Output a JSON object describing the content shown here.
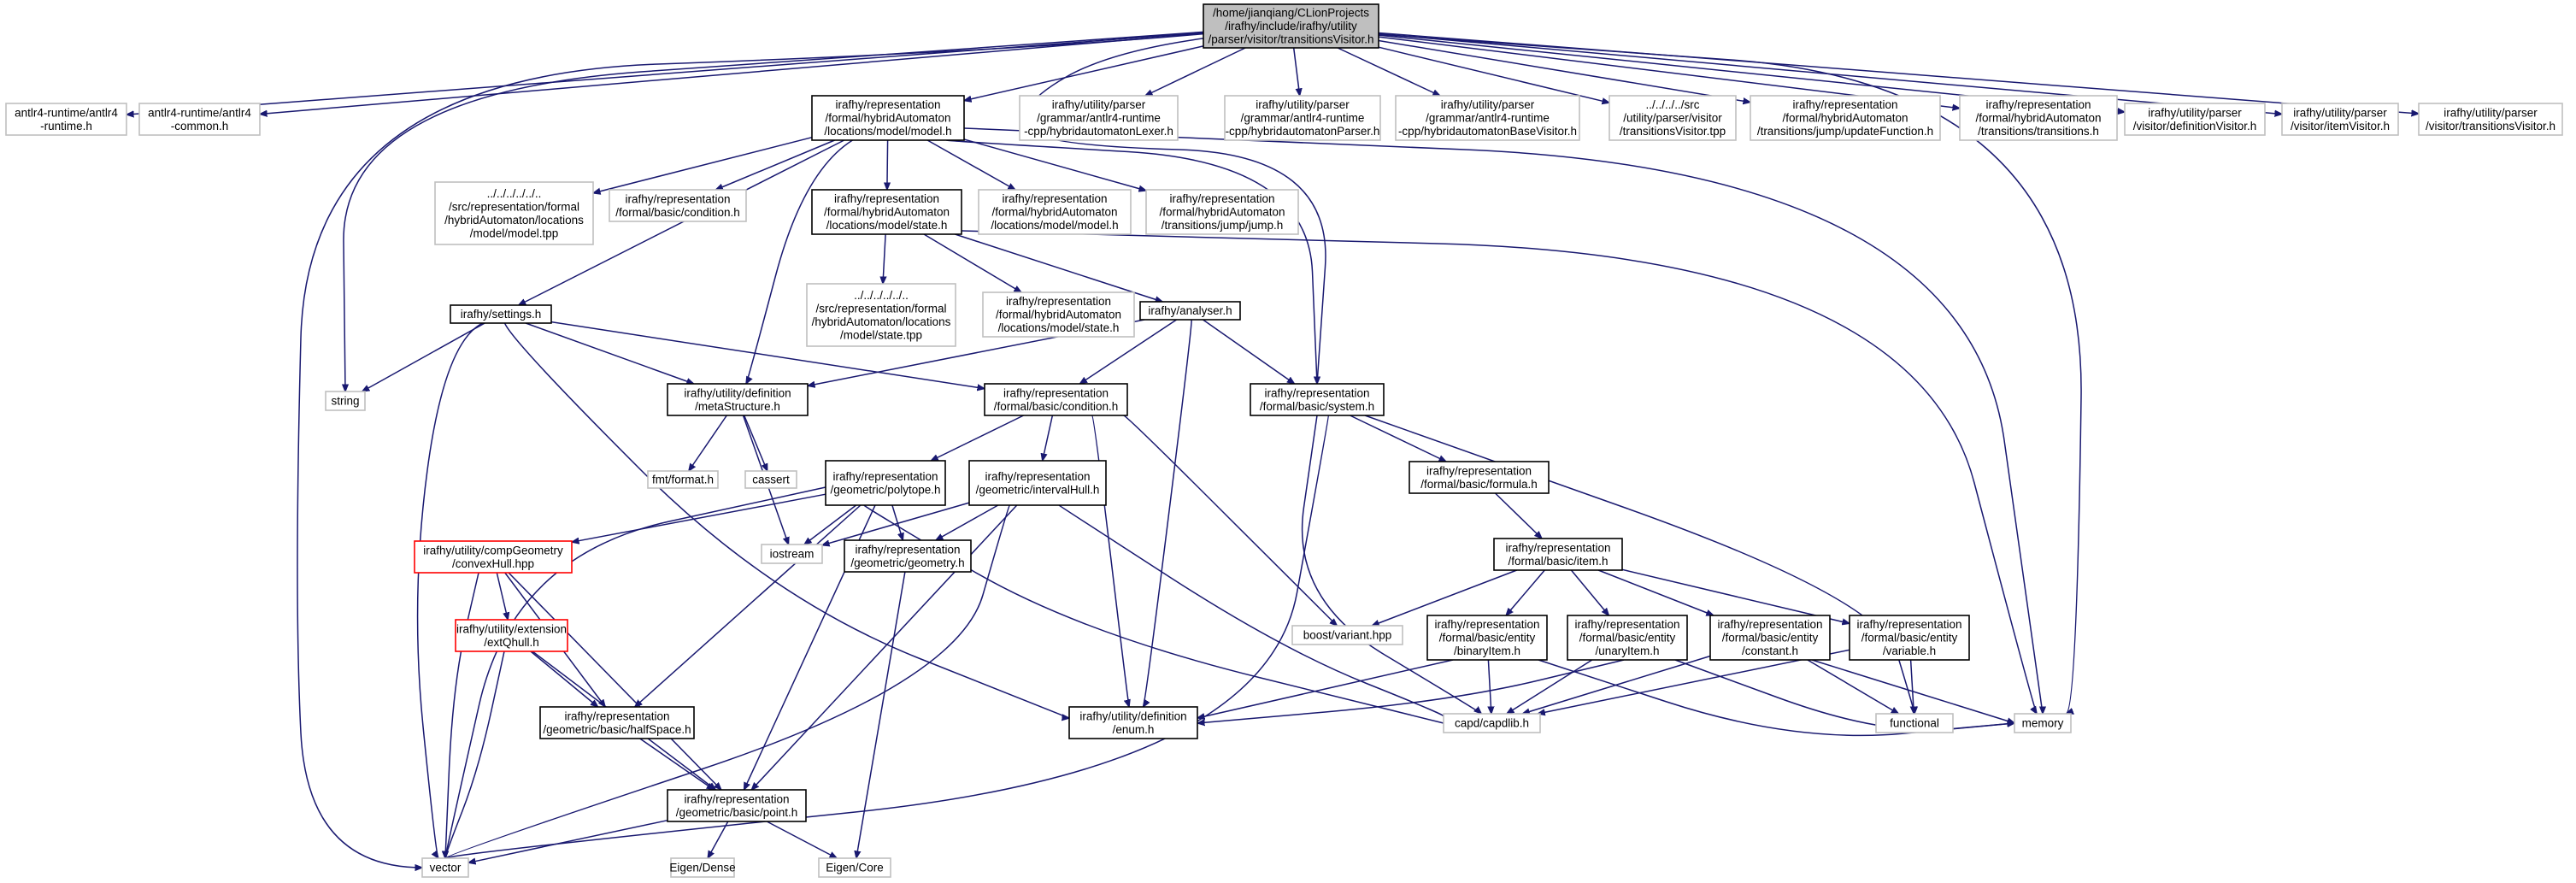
{
  "diagram": {
    "type": "include-dependency-graph",
    "colors": {
      "edge": "#191970",
      "border_default": "#000000",
      "border_external": "#bfbfbf",
      "border_incomplete": "#ff0000",
      "fill_root": "#bfbfbf",
      "fill_default": "#ffffff"
    },
    "nodes": {
      "root": {
        "lines": [
          "/home/jianqiang/CLionProjects",
          "/irafhy/include/irafhy/utility",
          "/parser/visitor/transitionsVisitor.h"
        ],
        "kind": "root"
      },
      "antlr_runtime": {
        "lines": [
          "antlr4-runtime/antlr4",
          "-runtime.h"
        ],
        "kind": "external"
      },
      "antlr_common": {
        "lines": [
          "antlr4-runtime/antlr4",
          "-common.h"
        ],
        "kind": "external"
      },
      "model_h": {
        "lines": [
          "irafhy/representation",
          "/formal/hybridAutomaton",
          "/locations/model/model.h"
        ],
        "kind": "normal"
      },
      "lexer_h": {
        "lines": [
          "irafhy/utility/parser",
          "/grammar/antlr4-runtime",
          "-cpp/hybridautomatonLexer.h"
        ],
        "kind": "external"
      },
      "parser_h": {
        "lines": [
          "irafhy/utility/parser",
          "/grammar/antlr4-runtime",
          "-cpp/hybridautomatonParser.h"
        ],
        "kind": "external"
      },
      "basevisitor_h": {
        "lines": [
          "irafhy/utility/parser",
          "/grammar/antlr4-runtime",
          "-cpp/hybridautomatonBaseVisitor.h"
        ],
        "kind": "external"
      },
      "transvisitor_tpp": {
        "lines": [
          "../../../../src",
          "/utility/parser/visitor",
          "/transitionsVisitor.tpp"
        ],
        "kind": "external"
      },
      "updatefunc_h": {
        "lines": [
          "irafhy/representation",
          "/formal/hybridAutomaton",
          "/transitions/jump/updateFunction.h"
        ],
        "kind": "external"
      },
      "transitions_h": {
        "lines": [
          "irafhy/representation",
          "/formal/hybridAutomaton",
          "/transitions/transitions.h"
        ],
        "kind": "external"
      },
      "defvisitor_h": {
        "lines": [
          "irafhy/utility/parser",
          "/visitor/definitionVisitor.h"
        ],
        "kind": "external"
      },
      "itemvisitor_h": {
        "lines": [
          "irafhy/utility/parser",
          "/visitor/itemVisitor.h"
        ],
        "kind": "external"
      },
      "transvisitor_h": {
        "lines": [
          "irafhy/utility/parser",
          "/visitor/transitionsVisitor.h"
        ],
        "kind": "external"
      },
      "model_tpp": {
        "lines": [
          "../../../../../..",
          "/src/representation/formal",
          "/hybridAutomaton/locations",
          "/model/model.tpp"
        ],
        "kind": "external"
      },
      "condition_h_ext": {
        "lines": [
          "irafhy/representation",
          "/formal/basic/condition.h"
        ],
        "kind": "external"
      },
      "state_h": {
        "lines": [
          "irafhy/representation",
          "/formal/hybridAutomaton",
          "/locations/model/state.h"
        ],
        "kind": "normal"
      },
      "model_h_ext": {
        "lines": [
          "irafhy/representation",
          "/formal/hybridAutomaton",
          "/locations/model/model.h"
        ],
        "kind": "external"
      },
      "jump_h": {
        "lines": [
          "irafhy/representation",
          "/formal/hybridAutomaton",
          "/transitions/jump/jump.h"
        ],
        "kind": "external"
      },
      "settings_h": {
        "lines": [
          "irafhy/settings.h"
        ],
        "kind": "normal"
      },
      "state_tpp": {
        "lines": [
          "../../../../../..",
          "/src/representation/formal",
          "/hybridAutomaton/locations",
          "/model/state.tpp"
        ],
        "kind": "external"
      },
      "state_h_ext": {
        "lines": [
          "irafhy/representation",
          "/formal/hybridAutomaton",
          "/locations/model/state.h"
        ],
        "kind": "external"
      },
      "analyser_h": {
        "lines": [
          "irafhy/analyser.h"
        ],
        "kind": "normal"
      },
      "string": {
        "lines": [
          "string"
        ],
        "kind": "external"
      },
      "metastructure_h": {
        "lines": [
          "irafhy/utility/definition",
          "/metaStructure.h"
        ],
        "kind": "normal"
      },
      "condition_h": {
        "lines": [
          "irafhy/representation",
          "/formal/basic/condition.h"
        ],
        "kind": "normal"
      },
      "system_h": {
        "lines": [
          "irafhy/representation",
          "/formal/basic/system.h"
        ],
        "kind": "normal"
      },
      "fmt_format_h": {
        "lines": [
          "fmt/format.h"
        ],
        "kind": "external"
      },
      "cassert": {
        "lines": [
          "cassert"
        ],
        "kind": "external"
      },
      "formula_h": {
        "lines": [
          "irafhy/representation",
          "/formal/basic/formula.h"
        ],
        "kind": "normal"
      },
      "polytope_h": {
        "lines": [
          "irafhy/representation",
          "/geometric/polytope.h"
        ],
        "kind": "normal"
      },
      "intervalhull_h": {
        "lines": [
          "irafhy/representation",
          "/geometric/intervalHull.h"
        ],
        "kind": "normal"
      },
      "item_h": {
        "lines": [
          "irafhy/representation",
          "/formal/basic/item.h"
        ],
        "kind": "normal"
      },
      "convexhull_hpp": {
        "lines": [
          "irafhy/utility/compGeometry",
          "/convexHull.hpp"
        ],
        "kind": "incomplete"
      },
      "iostream": {
        "lines": [
          "iostream"
        ],
        "kind": "external"
      },
      "geometry_h": {
        "lines": [
          "irafhy/representation",
          "/geometric/geometry.h"
        ],
        "kind": "normal"
      },
      "boost_variant": {
        "lines": [
          "boost/variant.hpp"
        ],
        "kind": "external"
      },
      "binaryitem_h": {
        "lines": [
          "irafhy/representation",
          "/formal/basic/entity",
          "/binaryItem.h"
        ],
        "kind": "normal"
      },
      "unaryitem_h": {
        "lines": [
          "irafhy/representation",
          "/formal/basic/entity",
          "/unaryItem.h"
        ],
        "kind": "normal"
      },
      "constant_h": {
        "lines": [
          "irafhy/representation",
          "/formal/basic/entity",
          "/constant.h"
        ],
        "kind": "normal"
      },
      "variable_h": {
        "lines": [
          "irafhy/representation",
          "/formal/basic/entity",
          "/variable.h"
        ],
        "kind": "normal"
      },
      "extqhull_h": {
        "lines": [
          "irafhy/utility/extension",
          "/extQhull.h"
        ],
        "kind": "incomplete"
      },
      "halfspace_h": {
        "lines": [
          "irafhy/representation",
          "/geometric/basic/halfSpace.h"
        ],
        "kind": "normal"
      },
      "enum_h": {
        "lines": [
          "irafhy/utility/definition",
          "/enum.h"
        ],
        "kind": "normal"
      },
      "capd_h": {
        "lines": [
          "capd/capdlib.h"
        ],
        "kind": "external"
      },
      "functional": {
        "lines": [
          "functional"
        ],
        "kind": "external"
      },
      "memory": {
        "lines": [
          "memory"
        ],
        "kind": "external"
      },
      "point_h": {
        "lines": [
          "irafhy/representation",
          "/geometric/basic/point.h"
        ],
        "kind": "normal"
      },
      "vector": {
        "lines": [
          "vector"
        ],
        "kind": "external"
      },
      "eigen_dense": {
        "lines": [
          "Eigen/Dense"
        ],
        "kind": "external"
      },
      "eigen_core": {
        "lines": [
          "Eigen/Core"
        ],
        "kind": "external"
      }
    },
    "edges": [
      [
        "root",
        "antlr_runtime"
      ],
      [
        "root",
        "antlr_common"
      ],
      [
        "root",
        "model_h"
      ],
      [
        "root",
        "lexer_h"
      ],
      [
        "root",
        "parser_h"
      ],
      [
        "root",
        "basevisitor_h"
      ],
      [
        "root",
        "transvisitor_tpp"
      ],
      [
        "root",
        "updatefunc_h"
      ],
      [
        "root",
        "transitions_h"
      ],
      [
        "root",
        "defvisitor_h"
      ],
      [
        "root",
        "itemvisitor_h"
      ],
      [
        "root",
        "transvisitor_h"
      ],
      [
        "root",
        "string"
      ],
      [
        "root",
        "vector"
      ],
      [
        "root",
        "memory"
      ],
      [
        "root",
        "system_h"
      ],
      [
        "model_h",
        "model_tpp"
      ],
      [
        "model_h",
        "condition_h_ext"
      ],
      [
        "model_h",
        "state_h"
      ],
      [
        "model_h",
        "model_h_ext"
      ],
      [
        "model_h",
        "jump_h"
      ],
      [
        "model_h",
        "settings_h"
      ],
      [
        "model_h",
        "metastructure_h"
      ],
      [
        "model_h",
        "system_h"
      ],
      [
        "model_h",
        "memory"
      ],
      [
        "state_h",
        "state_tpp"
      ],
      [
        "state_h",
        "state_h_ext"
      ],
      [
        "state_h",
        "analyser_h"
      ],
      [
        "state_h",
        "memory"
      ],
      [
        "settings_h",
        "string"
      ],
      [
        "settings_h",
        "metastructure_h"
      ],
      [
        "settings_h",
        "condition_h"
      ],
      [
        "settings_h",
        "vector"
      ],
      [
        "settings_h",
        "enum_h"
      ],
      [
        "analyser_h",
        "metastructure_h"
      ],
      [
        "analyser_h",
        "condition_h"
      ],
      [
        "analyser_h",
        "system_h"
      ],
      [
        "analyser_h",
        "enum_h"
      ],
      [
        "metastructure_h",
        "fmt_format_h"
      ],
      [
        "metastructure_h",
        "cassert"
      ],
      [
        "metastructure_h",
        "iostream"
      ],
      [
        "condition_h",
        "polytope_h"
      ],
      [
        "condition_h",
        "intervalhull_h"
      ],
      [
        "condition_h",
        "boost_variant"
      ],
      [
        "condition_h",
        "enum_h"
      ],
      [
        "system_h",
        "formula_h"
      ],
      [
        "system_h",
        "capd_h"
      ],
      [
        "system_h",
        "functional"
      ],
      [
        "system_h",
        "vector"
      ],
      [
        "formula_h",
        "item_h"
      ],
      [
        "item_h",
        "boost_variant"
      ],
      [
        "item_h",
        "binaryitem_h"
      ],
      [
        "item_h",
        "unaryitem_h"
      ],
      [
        "item_h",
        "constant_h"
      ],
      [
        "item_h",
        "variable_h"
      ],
      [
        "polytope_h",
        "convexhull_hpp"
      ],
      [
        "polytope_h",
        "iostream"
      ],
      [
        "polytope_h",
        "geometry_h"
      ],
      [
        "polytope_h",
        "halfspace_h"
      ],
      [
        "polytope_h",
        "point_h"
      ],
      [
        "polytope_h",
        "vector"
      ],
      [
        "polytope_h",
        "capd_h"
      ],
      [
        "intervalhull_h",
        "iostream"
      ],
      [
        "intervalhull_h",
        "geometry_h"
      ],
      [
        "intervalhull_h",
        "point_h"
      ],
      [
        "intervalhull_h",
        "vector"
      ],
      [
        "intervalhull_h",
        "capd_h"
      ],
      [
        "geometry_h",
        "eigen_core"
      ],
      [
        "convexhull_hpp",
        "extqhull_h"
      ],
      [
        "convexhull_hpp",
        "halfspace_h"
      ],
      [
        "convexhull_hpp",
        "point_h"
      ],
      [
        "convexhull_hpp",
        "vector"
      ],
      [
        "extqhull_h",
        "halfspace_h"
      ],
      [
        "extqhull_h",
        "point_h"
      ],
      [
        "extqhull_h",
        "vector"
      ],
      [
        "halfspace_h",
        "point_h"
      ],
      [
        "point_h",
        "vector"
      ],
      [
        "point_h",
        "eigen_dense"
      ],
      [
        "point_h",
        "eigen_core"
      ],
      [
        "binaryitem_h",
        "enum_h"
      ],
      [
        "binaryitem_h",
        "capd_h"
      ],
      [
        "binaryitem_h",
        "memory"
      ],
      [
        "unaryitem_h",
        "enum_h"
      ],
      [
        "unaryitem_h",
        "capd_h"
      ],
      [
        "unaryitem_h",
        "memory"
      ],
      [
        "constant_h",
        "capd_h"
      ],
      [
        "constant_h",
        "functional"
      ],
      [
        "constant_h",
        "memory"
      ],
      [
        "variable_h",
        "capd_h"
      ],
      [
        "variable_h",
        "functional"
      ]
    ]
  }
}
